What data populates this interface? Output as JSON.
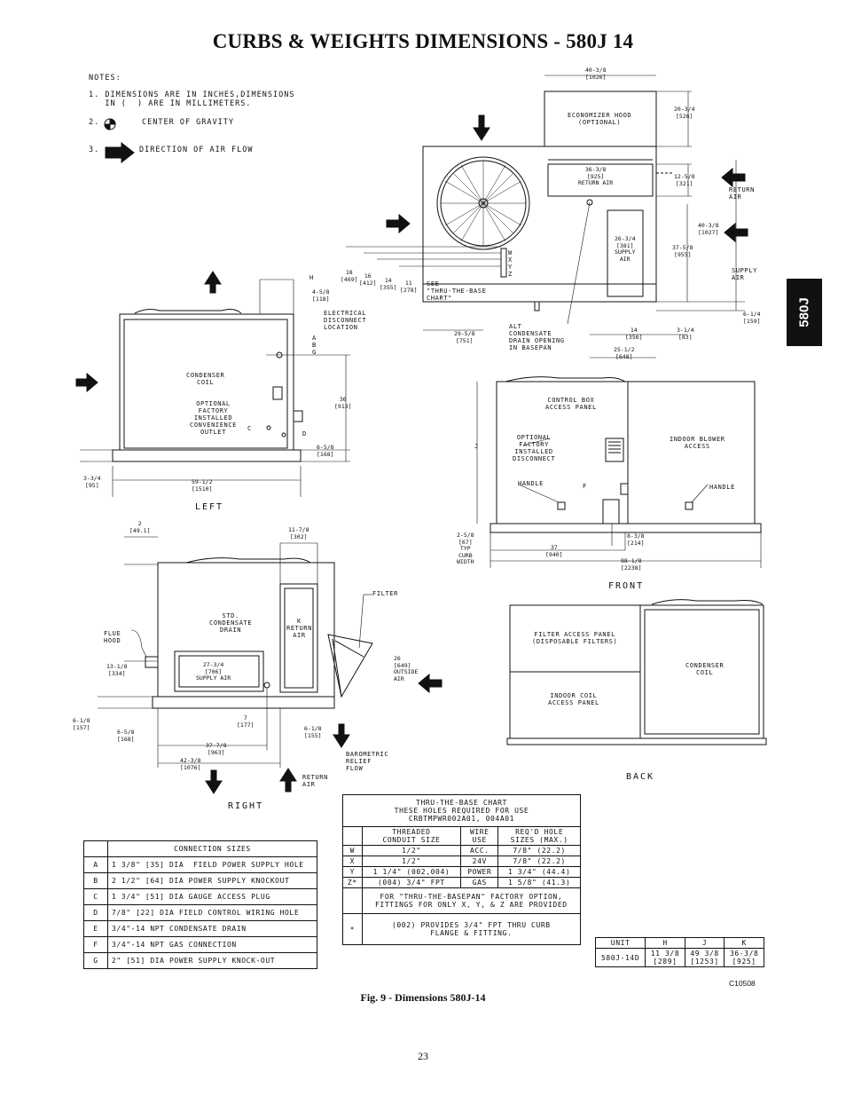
{
  "title": "CURBS & WEIGHTS DIMENSIONS - 580J 14",
  "side_tab": "580J",
  "notes": {
    "heading": "NOTES:",
    "n1": "1. DIMENSIONS ARE IN INCHES,DIMENSIONS\n   IN (  ) ARE IN MILLIMETERS.",
    "n2_num": "2.",
    "n2": "CENTER OF GRAVITY",
    "n3_num": "3.",
    "n3": "DIRECTION OF AIR FLOW"
  },
  "top_view": {
    "economizer": "ECONOMIZER HOOD\n(OPTIONAL)",
    "return_air_opening": "36-3/8\n[925]\nRETURN AIR",
    "supply_air_opening": "26-3/4\n[381]\nSUPPLY\nAIR",
    "thru_base": "SEE\n\"THRU-THE-BASE\nCHART\"",
    "drain": "ALT\nCONDENSATE\nDRAIN OPENING\nIN BASEPAN",
    "return_air_arrow": "RETURN\nAIR",
    "supply_air_arrow": "SUPPLY\nAIR",
    "wxyz": "W\nX\nY\nZ",
    "dims": {
      "d40": "40-3/8\n[1026]",
      "d20": "20-3/4\n[526]",
      "d12": "12-5/8\n[321]",
      "d40b": "40-3/8\n[1027]",
      "d37": "37-5/8\n[955]",
      "d6": "6-1/4\n[159]",
      "d18": "18\n[469]",
      "d16": "16\n[412]",
      "d14": "14\n[355]",
      "d11": "11\n[278]",
      "d29": "29-5/8\n[751]",
      "d14b": "14\n[356]",
      "d3": "3-1/4\n[83]",
      "d25": "25-1/2\n[648]"
    }
  },
  "left_view": {
    "label": "LEFT",
    "condenser": "CONDENSER\nCOIL",
    "convenience": "OPTIONAL\nFACTORY\nINSTALLED\nCONVENIENCE\nOUTLET",
    "disconnect": "ELECTRICAL\nDISCONNECT\nLOCATION",
    "abg": "A\nB\nG",
    "c": "C",
    "d": "D",
    "h": "H",
    "dims": {
      "d4": "4-5/8\n[118]",
      "d36": "36\n[913]",
      "d6": "6-5/8\n[168]",
      "d3": "3-3/4\n[95]",
      "d59": "59-1/2\n[1510]"
    }
  },
  "front_view": {
    "label": "FRONT",
    "control_box": "CONTROL BOX\nACCESS PANEL",
    "disconnect": "OPTIONAL\nFACTORY\nINSTALLED\nDISCONNECT",
    "indoor_blower": "INDOOR BLOWER\nACCESS",
    "handle_left": "HANDLE",
    "handle_right": "HANDLE",
    "f": "F",
    "j": "J",
    "dims": {
      "d2": "2-5/8\n[67]\nTYP\nCURB\nWIDTH",
      "d37": "37\n[940]",
      "d8": "8-3/8\n[214]",
      "d88": "88-1/8\n[2238]"
    }
  },
  "right_view": {
    "label": "RIGHT",
    "flue": "FLUE\nHOOD",
    "condensate": "STD.\nCONDENSATE\nDRAIN",
    "return": "K\nRETURN\nAIR",
    "filter": "FILTER",
    "supply": "27-3/4\n[706]\nSUPPLY AIR",
    "outside": "26\n[649]\nOUTSIDE\nAIR",
    "baro": "BAROMETRIC\nRELIEF\nFLOW",
    "return_arrow": "RETURN\nAIR",
    "dims": {
      "d2": "2\n[49.1]",
      "d11": "11-7/8\n[302]",
      "d13": "13-1/8\n[334]",
      "d6a": "6-1/8\n[157]",
      "d6b": "6-5/8\n[168]",
      "d7": "7\n[177]",
      "d6c": "6-1/8\n[155]",
      "d37": "37-7/8\n[963]",
      "d42": "42-3/8\n[1076]"
    }
  },
  "back_view": {
    "label": "BACK",
    "filter": "FILTER ACCESS PANEL\n(DISPOSABLE FILTERS)",
    "indoor": "INDOOR COIL\nACCESS PANEL",
    "condenser": "CONDENSER\nCOIL"
  },
  "thru_base_chart": {
    "title": "THRU-THE-BASE CHART\nTHESE HOLES REQUIRED FOR USE\nCRBTMPWR002A01, 004A01",
    "headers": [
      "",
      "THREADED\nCONDUIT SIZE",
      "WIRE\nUSE",
      "REQ'D HOLE\nSIZES (MAX.)"
    ],
    "rows": [
      [
        "W",
        "1/2\"",
        "ACC.",
        "7/8\" (22.2)"
      ],
      [
        "X",
        "1/2\"",
        "24V",
        "7/8\" (22.2)"
      ],
      [
        "Y",
        "1 1/4\" (002,004)",
        "POWER",
        "1 3/4\" (44.4)"
      ],
      [
        "Z*",
        "(004) 3/4\" FPT",
        "GAS",
        "1 5/8\" (41.3)"
      ]
    ],
    "footnote1": "FOR \"THRU-THE-BASEPAN\" FACTORY OPTION,\nFITTINGS FOR ONLY X, Y, & Z ARE PROVIDED",
    "footnote2_mark": "*",
    "footnote2": "(002) PROVIDES 3/4\" FPT THRU CURB\nFLANGE & FITTING."
  },
  "connection_sizes": {
    "title": "CONNECTION SIZES",
    "rows": [
      [
        "A",
        "1 3/8\" [35] DIA  FIELD POWER SUPPLY HOLE"
      ],
      [
        "B",
        "2 1/2\" [64] DIA POWER SUPPLY KNOCKOUT"
      ],
      [
        "C",
        "1 3/4\" [51] DIA GAUGE ACCESS PLUG"
      ],
      [
        "D",
        "7/8\" [22] DIA FIELD CONTROL WIRING HOLE"
      ],
      [
        "E",
        "3/4\"-14 NPT CONDENSATE DRAIN"
      ],
      [
        "F",
        "3/4\"-14 NPT GAS CONNECTION"
      ],
      [
        "G",
        "2\" [51] DIA POWER SUPPLY KNOCK-OUT"
      ]
    ]
  },
  "unit_table": {
    "headers": [
      "UNIT",
      "H",
      "J",
      "K"
    ],
    "row": [
      "580J-14D",
      "11 3/8\n[289]",
      "49 3/8\n[1253]",
      "36-3/8\n[925]"
    ]
  },
  "caption": "Fig. 9 - Dimensions 580J-14",
  "figure_code": "C10508",
  "page_number": "23"
}
